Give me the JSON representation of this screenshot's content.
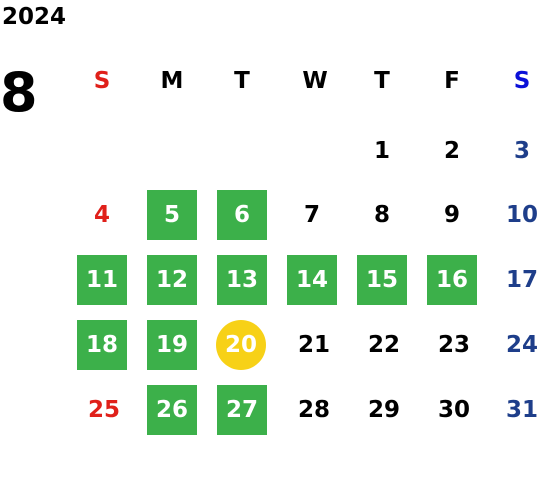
{
  "calendar": {
    "year": "2024",
    "month": "8",
    "weekdays": [
      "S",
      "M",
      "T",
      "W",
      "T",
      "F",
      "S"
    ],
    "colors": {
      "highlight_green": "#3cb04a",
      "today_yellow": "#f7d117",
      "sunday_red": "#e0201a",
      "saturday_blue": "#1e3e8a"
    },
    "days": [
      {
        "day": "1",
        "state": "normal"
      },
      {
        "day": "2",
        "state": "normal"
      },
      {
        "day": "3",
        "state": "saturday"
      },
      {
        "day": "4",
        "state": "sunday"
      },
      {
        "day": "5",
        "state": "highlighted"
      },
      {
        "day": "6",
        "state": "highlighted"
      },
      {
        "day": "7",
        "state": "normal"
      },
      {
        "day": "8",
        "state": "normal"
      },
      {
        "day": "9",
        "state": "normal"
      },
      {
        "day": "10",
        "state": "saturday"
      },
      {
        "day": "11",
        "state": "highlighted"
      },
      {
        "day": "12",
        "state": "highlighted"
      },
      {
        "day": "13",
        "state": "highlighted"
      },
      {
        "day": "14",
        "state": "highlighted"
      },
      {
        "day": "15",
        "state": "highlighted"
      },
      {
        "day": "16",
        "state": "highlighted"
      },
      {
        "day": "17",
        "state": "saturday"
      },
      {
        "day": "18",
        "state": "highlighted"
      },
      {
        "day": "19",
        "state": "highlighted"
      },
      {
        "day": "20",
        "state": "today"
      },
      {
        "day": "21",
        "state": "normal"
      },
      {
        "day": "22",
        "state": "normal"
      },
      {
        "day": "23",
        "state": "normal"
      },
      {
        "day": "24",
        "state": "saturday"
      },
      {
        "day": "25",
        "state": "sunday"
      },
      {
        "day": "26",
        "state": "highlighted"
      },
      {
        "day": "27",
        "state": "highlighted"
      },
      {
        "day": "28",
        "state": "normal"
      },
      {
        "day": "29",
        "state": "normal"
      },
      {
        "day": "30",
        "state": "normal"
      },
      {
        "day": "31",
        "state": "saturday"
      }
    ]
  }
}
